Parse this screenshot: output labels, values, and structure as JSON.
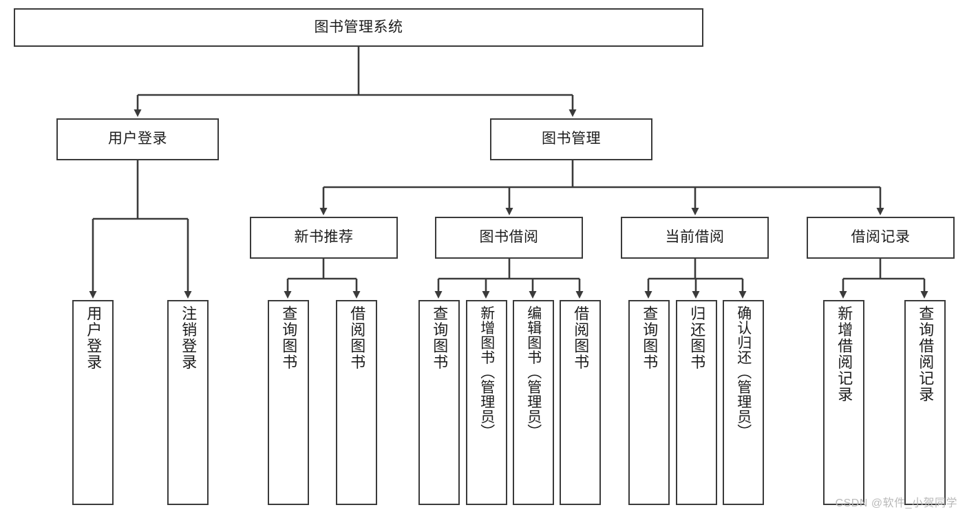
{
  "diagram": {
    "title": "图书管理系统",
    "type": "tree-hierarchy-diagram",
    "colors": {
      "stroke": "#3a3a3a",
      "fill": "#ffffff",
      "text": "#1c1c1c",
      "watermark": "#b9b9b9"
    },
    "root": {
      "label": "图书管理系统"
    },
    "level2": [
      {
        "label": "用户登录"
      },
      {
        "label": "图书管理"
      }
    ],
    "level3": [
      {
        "label": "新书推荐"
      },
      {
        "label": "图书借阅"
      },
      {
        "label": "当前借阅"
      },
      {
        "label": "借阅记录"
      }
    ],
    "leaves": {
      "user_login": [
        {
          "label": "用户登录"
        },
        {
          "label": "注销登录"
        }
      ],
      "new_book_recommend": [
        {
          "label": "查询图书"
        },
        {
          "label": "借阅图书"
        }
      ],
      "book_borrow": [
        {
          "label": "查询图书"
        },
        {
          "label": "新增图书（管理员）"
        },
        {
          "label": "编辑图书（管理员）"
        },
        {
          "label": "借阅图书"
        }
      ],
      "current_borrow": [
        {
          "label": "查询图书"
        },
        {
          "label": "归还图书"
        },
        {
          "label": "确认归还（管理员）"
        }
      ],
      "borrow_records": [
        {
          "label": "新增借阅记录"
        },
        {
          "label": "查询借阅记录"
        }
      ]
    }
  },
  "watermark": {
    "text": "CSDN @软件_小贺同学"
  }
}
